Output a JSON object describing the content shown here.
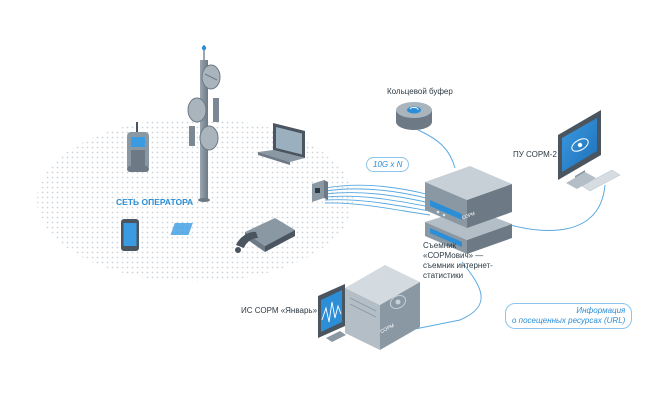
{
  "labels": {
    "operator_network": "СЕТЬ ОПЕРАТОРА",
    "bandwidth": "10G x N",
    "ring_buffer": "Кольцевой буфер",
    "sorm_console": "ПУ СОРМ-2",
    "collector": [
      "Съемник",
      "«СОРМович» —",
      "съемник интернет-",
      "статистики"
    ],
    "is_sorm": "ИС СОРМ «Январь»",
    "url_info": [
      "Информация",
      "о посещенных ресурсах (URL)"
    ],
    "server_brand": "СОРМ",
    "server_badge": "СОРМ"
  },
  "colors": {
    "accent_blue": "#2b8ed6",
    "line_blue": "#5aa9e0",
    "device_gray": "#8a98a4",
    "dark_gray": "#4a5560",
    "network_dots": "#c9d3db"
  }
}
